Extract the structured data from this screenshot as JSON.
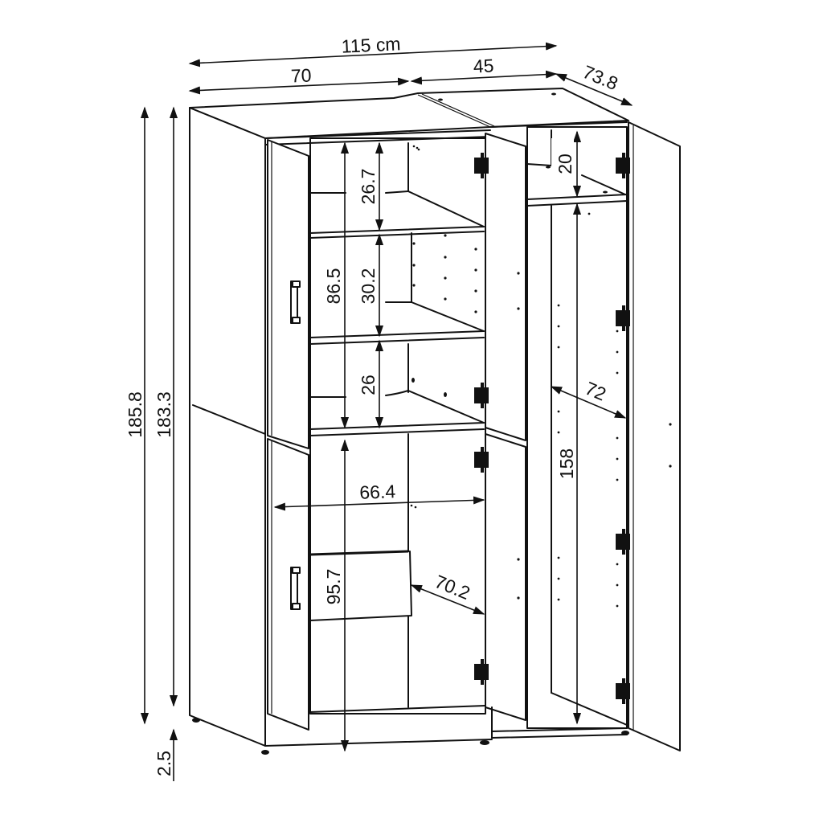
{
  "diagram": {
    "subject": "two-section wardrobe cabinet dimension drawing",
    "unit": "cm",
    "line_color": "#111111",
    "background": "#ffffff"
  },
  "dimensions": {
    "total_width": "115 cm",
    "left_width": "70",
    "right_width": "45",
    "depth": "73.8",
    "total_height": "185.8",
    "body_height": "183.3",
    "leg_height": "2.5",
    "top_shelf_gap": "26.7",
    "middle_shelf_gap": "30.2",
    "upper_section_height": "86.5",
    "third_shelf_gap": "26",
    "inner_width_left": "66.4",
    "lower_section_height": "95.7",
    "inner_depth_left": "70.2",
    "right_top_gap": "20",
    "hanging_height": "158",
    "inner_depth_right": "72"
  }
}
